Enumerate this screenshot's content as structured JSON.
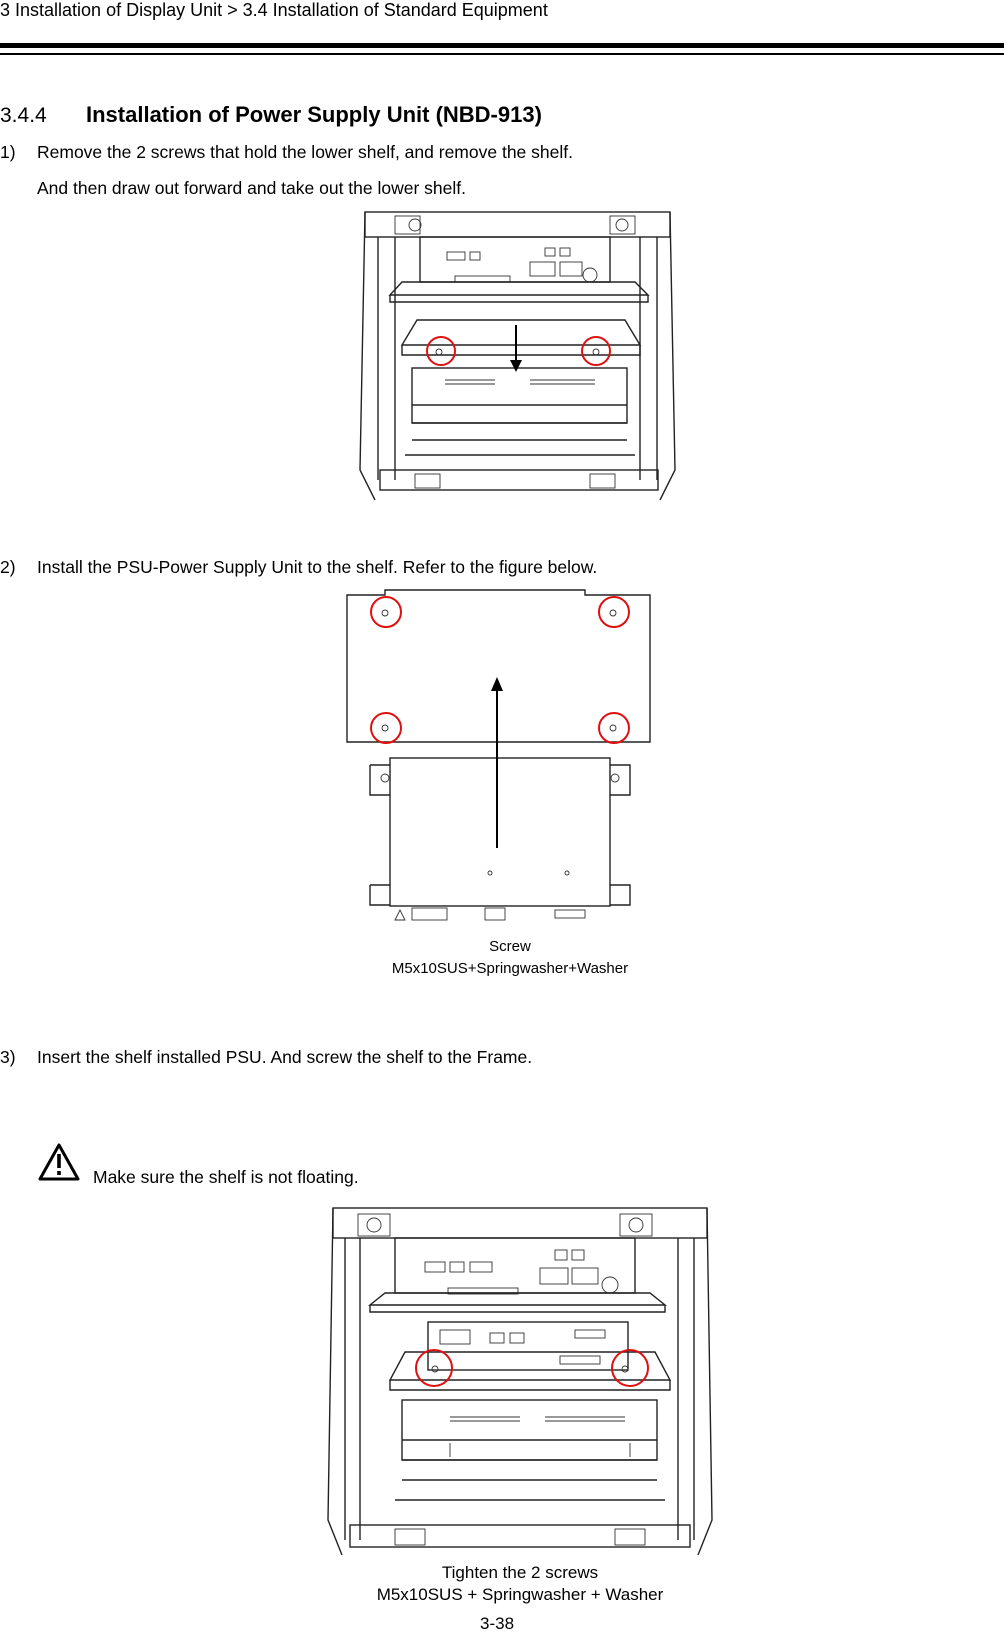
{
  "header": {
    "breadcrumb": "3 Installation of Display Unit > 3.4 Installation of Standard Equipment"
  },
  "section": {
    "number": "3.4.4",
    "title": "Installation of Power Supply Unit (NBD-913)"
  },
  "steps": [
    {
      "num": "1)",
      "line1": "Remove the 2 screws that hold the lower shelf, and remove the shelf.",
      "line2": "And then draw out forward and take out the lower shelf."
    },
    {
      "num": "2)",
      "line1": "Install the PSU-Power Supply Unit to the shelf. Refer to the figure below."
    },
    {
      "num": "3)",
      "line1": "Insert the shelf installed PSU. And screw the shelf to the Frame."
    }
  ],
  "warning": {
    "icon": "warning-triangle-icon",
    "text": "Make sure the shelf is not floating."
  },
  "figure2": {
    "caption_line1": "Screw",
    "caption_line2": "M5x10SUS+Springwasher+Washer"
  },
  "figure3": {
    "caption_line1": "Tighten the 2 screws",
    "caption_line2": "M5x10SUS + Springwasher + Washer"
  },
  "footer": {
    "page_number": "3-38"
  },
  "colors": {
    "highlight_circle": "#e01010",
    "rule": "#000000"
  }
}
